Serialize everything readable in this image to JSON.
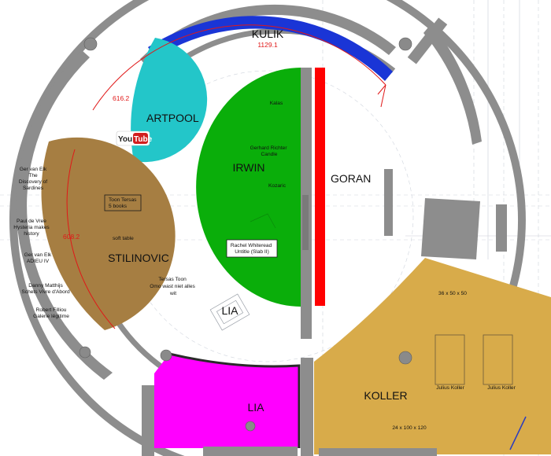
{
  "colors": {
    "wall": "#8d8d8d",
    "kulik": "#1a35d6",
    "artpool": "#23c6c9",
    "stilinovic": "#a67e42",
    "irwin": "#0aae0a",
    "goran_bar": "#ff0000",
    "lia_zone": "#ff00ff",
    "koller": "#d8ab4a",
    "dimension": "#e01818",
    "youtube_red": "#d21e1e"
  },
  "zones": {
    "kulik": "KULIK",
    "artpool": "ARTPOOL",
    "irwin": "IRWIN",
    "goran": "GORAN",
    "stilinovic": "STILINOVIC",
    "lia_center": "LIA",
    "lia_box": "LIA",
    "koller": "KOLLER"
  },
  "dimensions": {
    "kulik_arc": "1129.1",
    "artpool_arc": "616.2",
    "stilinovic_arc": "608.2"
  },
  "youtube": {
    "you": "You",
    "tube": "Tube"
  },
  "irwin_items": {
    "kalas": "Kalas",
    "richter_line1": "Gerhard Richter",
    "richter_line2": "Candle",
    "kozaric": "Kozaric",
    "whiteread_line1": "Rachel Whiteread",
    "whiteread_line2": "Untitle (Slab II)"
  },
  "stilinovic_items": {
    "toon_box_line1": "Toon Tersas",
    "toon_box_line2": "5 books",
    "soft_table": "soft table",
    "tersas_line1": "Tersas Toon",
    "tersas_line2": "Omo wast niet alles",
    "tersas_line3": "wit"
  },
  "corridor_items": [
    [
      "Ger van Elk",
      "The",
      "Discovery of",
      "Sardines"
    ],
    [
      "Paul de Vree",
      "Hysteria makes",
      "history"
    ],
    [
      "Ger van Elk",
      "ADIEU IV"
    ],
    [
      "Danny Matthijs",
      "Schets Vivre d'Abord"
    ],
    [
      "Robert Filliou",
      "Galerie légitime"
    ]
  ],
  "koller_items": {
    "dims_top": "36 x 50 x 50",
    "julius_1": "Julius Koller",
    "julius_2": "Julius Koller",
    "dims_bottom": "24 x 100 x 120"
  }
}
